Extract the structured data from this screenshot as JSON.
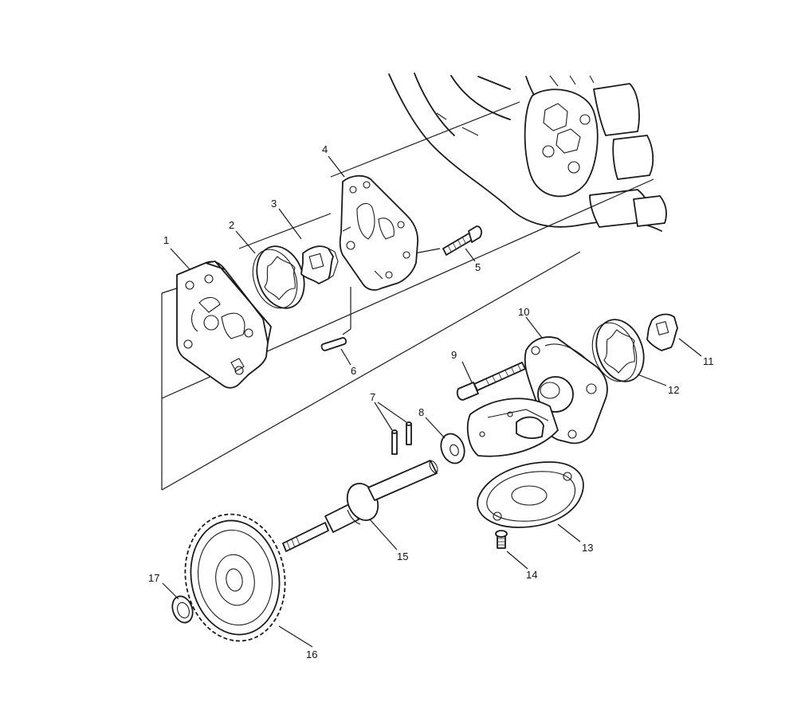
{
  "callouts": {
    "c1": "1",
    "c2": "2",
    "c3": "3",
    "c4": "4",
    "c5": "5",
    "c6": "6",
    "c7": "7",
    "c8": "8",
    "c9": "9",
    "c10": "10",
    "c11": "11",
    "c12": "12",
    "c13": "13",
    "c14": "14",
    "c15": "15",
    "c16": "16",
    "c17": "17"
  },
  "colors": {
    "line": "#1a1a1a",
    "background": "#ffffff"
  }
}
